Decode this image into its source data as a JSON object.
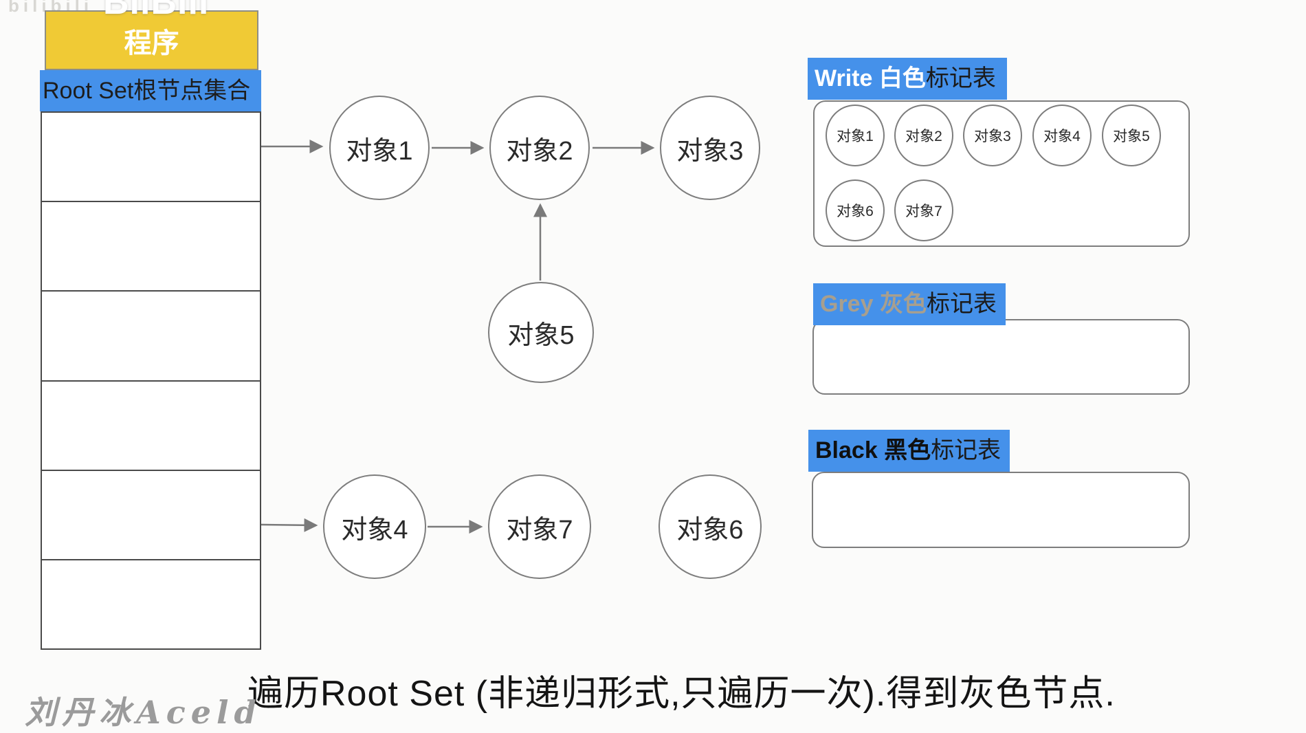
{
  "watermarks": {
    "corner_text": "bilibili",
    "logo_text": "BilBili"
  },
  "program_box": {
    "label": "程序"
  },
  "root_set": {
    "header": "Root Set根节点集合",
    "row_count": 6
  },
  "graph": {
    "nodes": [
      {
        "id": "obj1",
        "label": "对象1"
      },
      {
        "id": "obj2",
        "label": "对象2"
      },
      {
        "id": "obj3",
        "label": "对象3"
      },
      {
        "id": "obj5",
        "label": "对象5"
      },
      {
        "id": "obj4",
        "label": "对象4"
      },
      {
        "id": "obj7",
        "label": "对象7"
      },
      {
        "id": "obj6",
        "label": "对象6"
      }
    ],
    "edges": [
      "root_set → 对象1",
      "对象1 → 对象2",
      "对象2 → 对象3",
      "对象5 → 对象2",
      "root_set → 对象4",
      "对象4 → 对象7"
    ]
  },
  "mark_tables": {
    "white": {
      "label_highlight": "Write 白色",
      "label_suffix": "标记表",
      "members": [
        "对象1",
        "对象2",
        "对象3",
        "对象4",
        "对象5",
        "对象6",
        "对象7"
      ]
    },
    "grey": {
      "label_highlight": "Grey 灰色",
      "label_suffix": "标记表",
      "members": []
    },
    "black": {
      "label_highlight": "Black 黑色",
      "label_suffix": "标记表",
      "members": []
    }
  },
  "caption": "遍历Root Set (非递归形式,只遍历一次).得到灰色节点.",
  "signature": "刘丹冰Aceld",
  "colors": {
    "accent_blue": "#4591ea",
    "program_yellow": "#f0ca35",
    "grey_label_text": "#a89f8e",
    "line_grey": "#7a7a7a"
  }
}
